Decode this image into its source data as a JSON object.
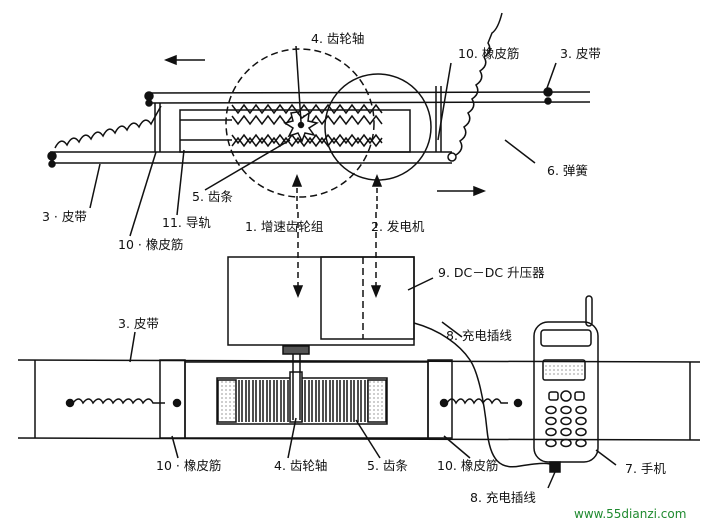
{
  "labels": {
    "gear_shaft_top": "4. 齿轮轴",
    "rubber_band_top_right": "10. 橡皮筋",
    "belt_top_right": "3. 皮带",
    "spring_right": "6. 弹簧",
    "rack_top": "5. 齿条",
    "guide_rail": "11. 导轨",
    "belt_left": "3 · 皮带",
    "rubber_band_left": "10 · 橡皮筋",
    "gear_set": "1. 增速齿轮组",
    "generator": "2. 发电机",
    "booster": "9. DC－DC 升压器",
    "charge_cable_top": "8. 充电插线",
    "belt_bottom": "3. 皮带",
    "rubber_band_bottom_left": "10 · 橡皮筋",
    "gear_shaft_bottom": "4. 齿轮轴",
    "rack_bottom": "5. 齿条",
    "rubber_band_bottom_right": "10. 橡皮筋",
    "phone": "7. 手机",
    "charge_cable_bottom": "8. 充电插线"
  },
  "watermark": {
    "url": "www.55dianzi.com",
    "color_green": "#1f8a2f",
    "color_red": "#c8102e"
  }
}
